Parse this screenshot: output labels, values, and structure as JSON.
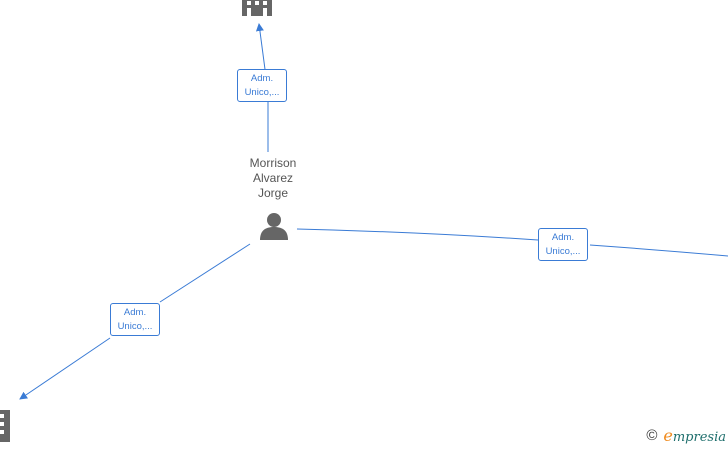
{
  "person": {
    "name_lines": [
      "Morrison",
      "Alvarez",
      "Jorge"
    ],
    "icon": "person-icon"
  },
  "companies": [
    {
      "icon": "building-icon"
    },
    {
      "icon": "building-icon"
    }
  ],
  "edges": [
    {
      "label_line1": "Adm.",
      "label_line2": "Unico,..."
    },
    {
      "label_line1": "Adm.",
      "label_line2": "Unico,..."
    },
    {
      "label_line1": "Adm.",
      "label_line2": "Unico,..."
    }
  ],
  "footer": {
    "copyright": "©",
    "brand_initial": "e",
    "brand_rest": "mpresia"
  },
  "colors": {
    "edge": "#3a7bd5",
    "node_icon": "#666666",
    "brand_teal": "#1f6f6d",
    "brand_orange": "#f08a1c"
  }
}
